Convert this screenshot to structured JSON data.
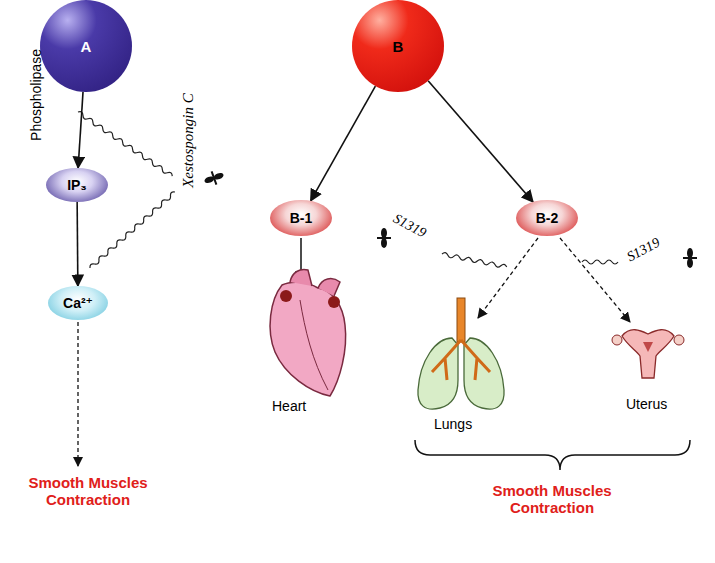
{
  "diagram": {
    "nodes": [
      {
        "text": [
          "A"
        ]
      },
      {
        "text": [
          "IP₃"
        ]
      },
      {
        "text": [
          "Ca²⁺"
        ]
      },
      {
        "text": [
          "B"
        ]
      },
      {
        "text": [
          "B-1"
        ]
      },
      {
        "text": [
          "B-2"
        ]
      }
    ],
    "edges": [
      {
        "from": 0,
        "to": 1,
        "arrow": "to"
      },
      {
        "from": 1,
        "to": 2,
        "arrow": "to"
      },
      {
        "from": 3,
        "to": 4,
        "arrow": "to"
      },
      {
        "from": 3,
        "to": 5,
        "arrow": "to"
      }
    ],
    "labels": [
      "Phospholipase",
      "Xestospongin C",
      "Smooth Muscles Contraction",
      "Heart",
      "S1319",
      "S1319",
      "Lungs",
      "Uterus",
      "Smooth Muscles Contraction"
    ]
  }
}
